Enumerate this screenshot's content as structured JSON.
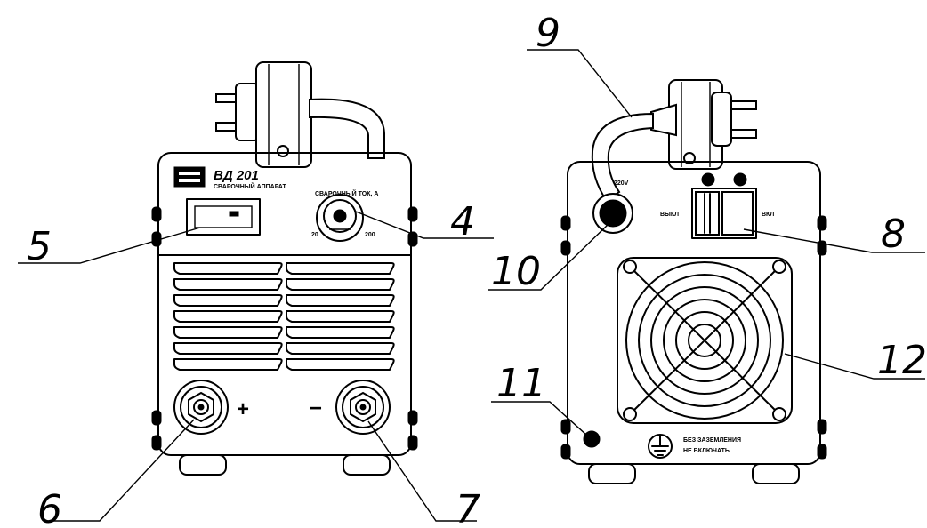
{
  "front": {
    "model_label": "ВД 201",
    "brand_subtitle": "СВАРОЧНЫЙ АППАРАТ",
    "knob_label": "СВАРОЧНЫЙ ТОК, А",
    "knob_min": "20",
    "knob_max": "200",
    "terminal_plus": "+",
    "terminal_minus": "−"
  },
  "rear": {
    "cable_label": "220V",
    "switch_off_label": "ВЫКЛ",
    "switch_on_label": "ВКЛ",
    "ground_text_line1": "БЕЗ ЗАЗЕМЛЕНИЯ",
    "ground_text_line2": "НЕ ВКЛЮЧАТЬ"
  },
  "callouts": {
    "c4": "4",
    "c5": "5",
    "c6": "6",
    "c7": "7",
    "c8": "8",
    "c9": "9",
    "c10": "10",
    "c11": "11",
    "c12": "12"
  }
}
